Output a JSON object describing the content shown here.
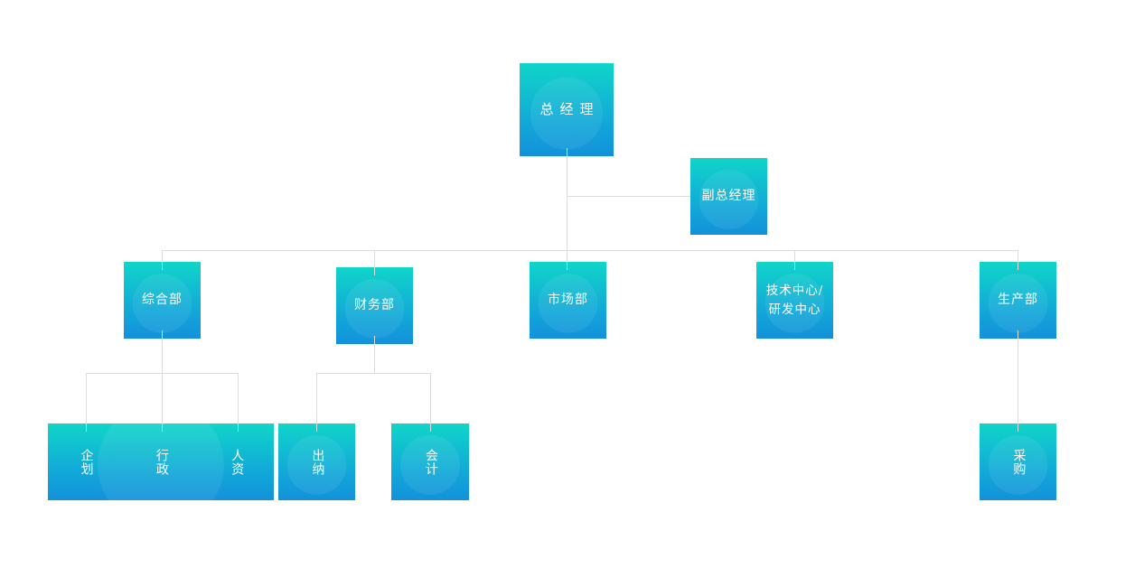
{
  "palette": {
    "background": "#ffffff",
    "box_gradient_top": "#10d5c9",
    "box_gradient_bottom": "#1391da",
    "connector_line": "#dcdcdc",
    "label_text": "#ffffff"
  },
  "nodes": {
    "general_manager": {
      "label": "总经理"
    },
    "deputy_general_manager": {
      "label": "副总经理"
    },
    "general_affairs_dept": {
      "label": "综合部"
    },
    "finance_dept": {
      "label": "财务部"
    },
    "marketing_dept": {
      "label": "市场部"
    },
    "tech_rd_center": {
      "label": "技术中心/\n研发中心"
    },
    "production_dept": {
      "label": "生产部"
    },
    "planning": {
      "label": "企划"
    },
    "administration": {
      "label": "行政"
    },
    "human_resources": {
      "label": "人资"
    },
    "cashier": {
      "label": "出纳"
    },
    "accounting": {
      "label": "会计"
    },
    "procurement": {
      "label": "采购"
    }
  },
  "hierarchy": {
    "root": "总经理",
    "staff_aside": "副总经理",
    "branches": [
      {
        "dept": "综合部",
        "children": [
          "企划",
          "行政",
          "人资"
        ]
      },
      {
        "dept": "财务部",
        "children": [
          "出纳",
          "会计"
        ]
      },
      {
        "dept": "市场部",
        "children": []
      },
      {
        "dept": "技术中心/研发中心",
        "children": []
      },
      {
        "dept": "生产部",
        "children": [
          "采购"
        ]
      }
    ]
  }
}
